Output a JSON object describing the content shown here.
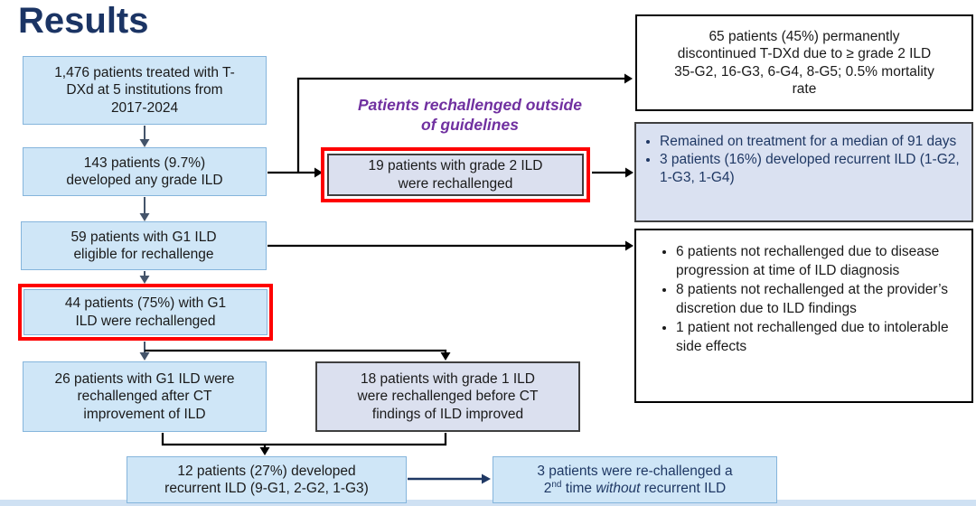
{
  "title": "Results",
  "flow": {
    "treated": "1,476 patients treated with T-\nDXd at 5 institutions from\n2017-2024",
    "any_grade_ild": "143 patients (9.7%)\ndeveloped any grade ILD",
    "eligible": "59 patients with G1 ILD\neligible for rechallenge",
    "g1_rechallenged": "44 patients (75%) with G1\nILD were rechallenged",
    "after_ct": "26 patients with G1 ILD were\nrechallenged after CT\nimprovement of ILD",
    "before_ct": "18 patients with grade 1 ILD\nwere rechallenged before CT\nfindings of ILD improved",
    "recurrent": "12 patients (27%) developed\nrecurrent ILD (9-G1, 2-G2, 1-G3)"
  },
  "outside_guidelines": {
    "label": "Patients rechallenged outside\nof guidelines",
    "grade2_rechallenged": "19 patients with grade 2 ILD\nwere rechallenged"
  },
  "right": {
    "discontinued": "65 patients (45%) permanently\ndiscontinued T-DXd due to ≥ grade 2 ILD\n35-G2, 16-G3, 6-G4, 8-G5; 0.5% mortality\nrate",
    "grade2_outcomes": [
      "Remained on treatment for a median of 91 days",
      "3 patients (16%) developed recurrent ILD (1-G2, 1-G3, 1-G4)"
    ],
    "not_rechallenged": [
      "6 patients not rechallenged due to disease progression at time of ILD diagnosis",
      "8 patients not rechallenged at the provider’s discretion due to ILD findings",
      "1 patient not rechallenged due to intolerable side effects"
    ]
  },
  "second_rechallenge": {
    "line1": "3 patients were re-challenged a",
    "base": "2",
    "sup": "nd",
    "mid": " time ",
    "italic": "without",
    "tail": " recurrent ILD"
  },
  "colors": {
    "accent_blue_fill": "#cfe6f7",
    "lavender_fill": "#dbe0ef",
    "highlight_red": "#fe0000",
    "title_navy": "#1b3464",
    "purple": "#7030a0",
    "navy_text": "#1f3864"
  }
}
